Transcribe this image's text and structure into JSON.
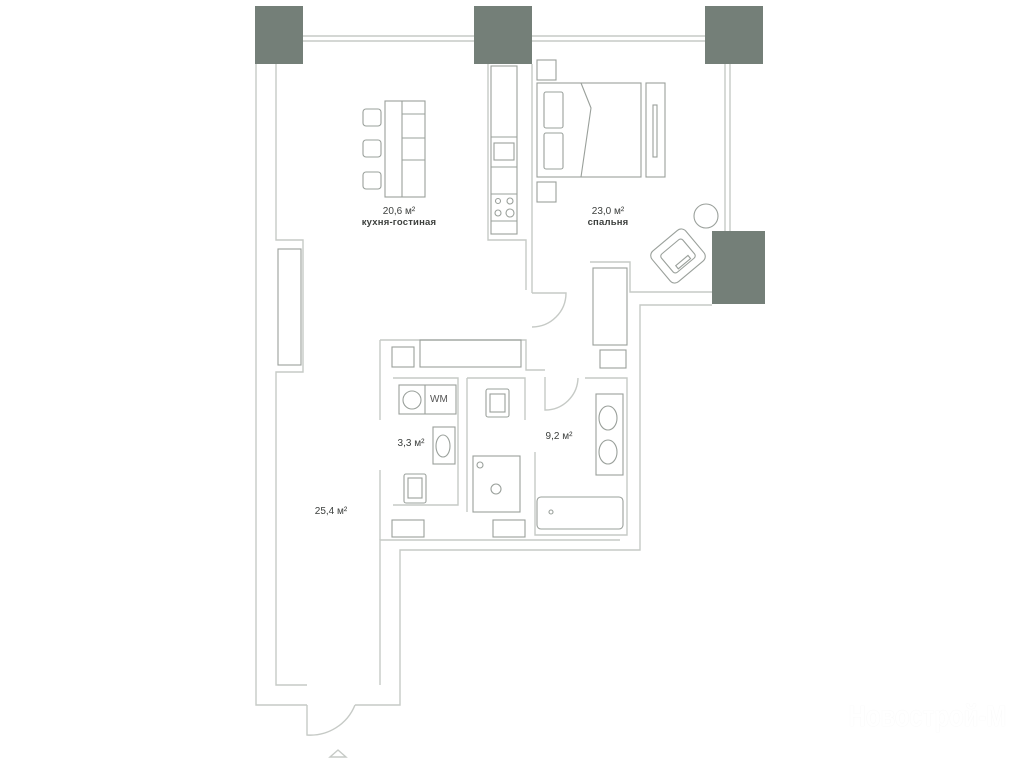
{
  "rooms": [
    {
      "id": "kitchen-living",
      "area": "20,6 м²",
      "name": "кухня-гостиная"
    },
    {
      "id": "bedroom",
      "area": "23,0 м²",
      "name": "спальня"
    },
    {
      "id": "laundry",
      "area": "3,3 м²"
    },
    {
      "id": "bathroom",
      "area": "9,2 м²"
    },
    {
      "id": "hall",
      "area": "25,4 м²"
    }
  ],
  "appliances": {
    "washing_machine": "WM"
  },
  "watermark": "Новострой-М",
  "colors": {
    "column": "#747f78",
    "wall": "#c6cac6",
    "furniture": "#9aa09b"
  }
}
